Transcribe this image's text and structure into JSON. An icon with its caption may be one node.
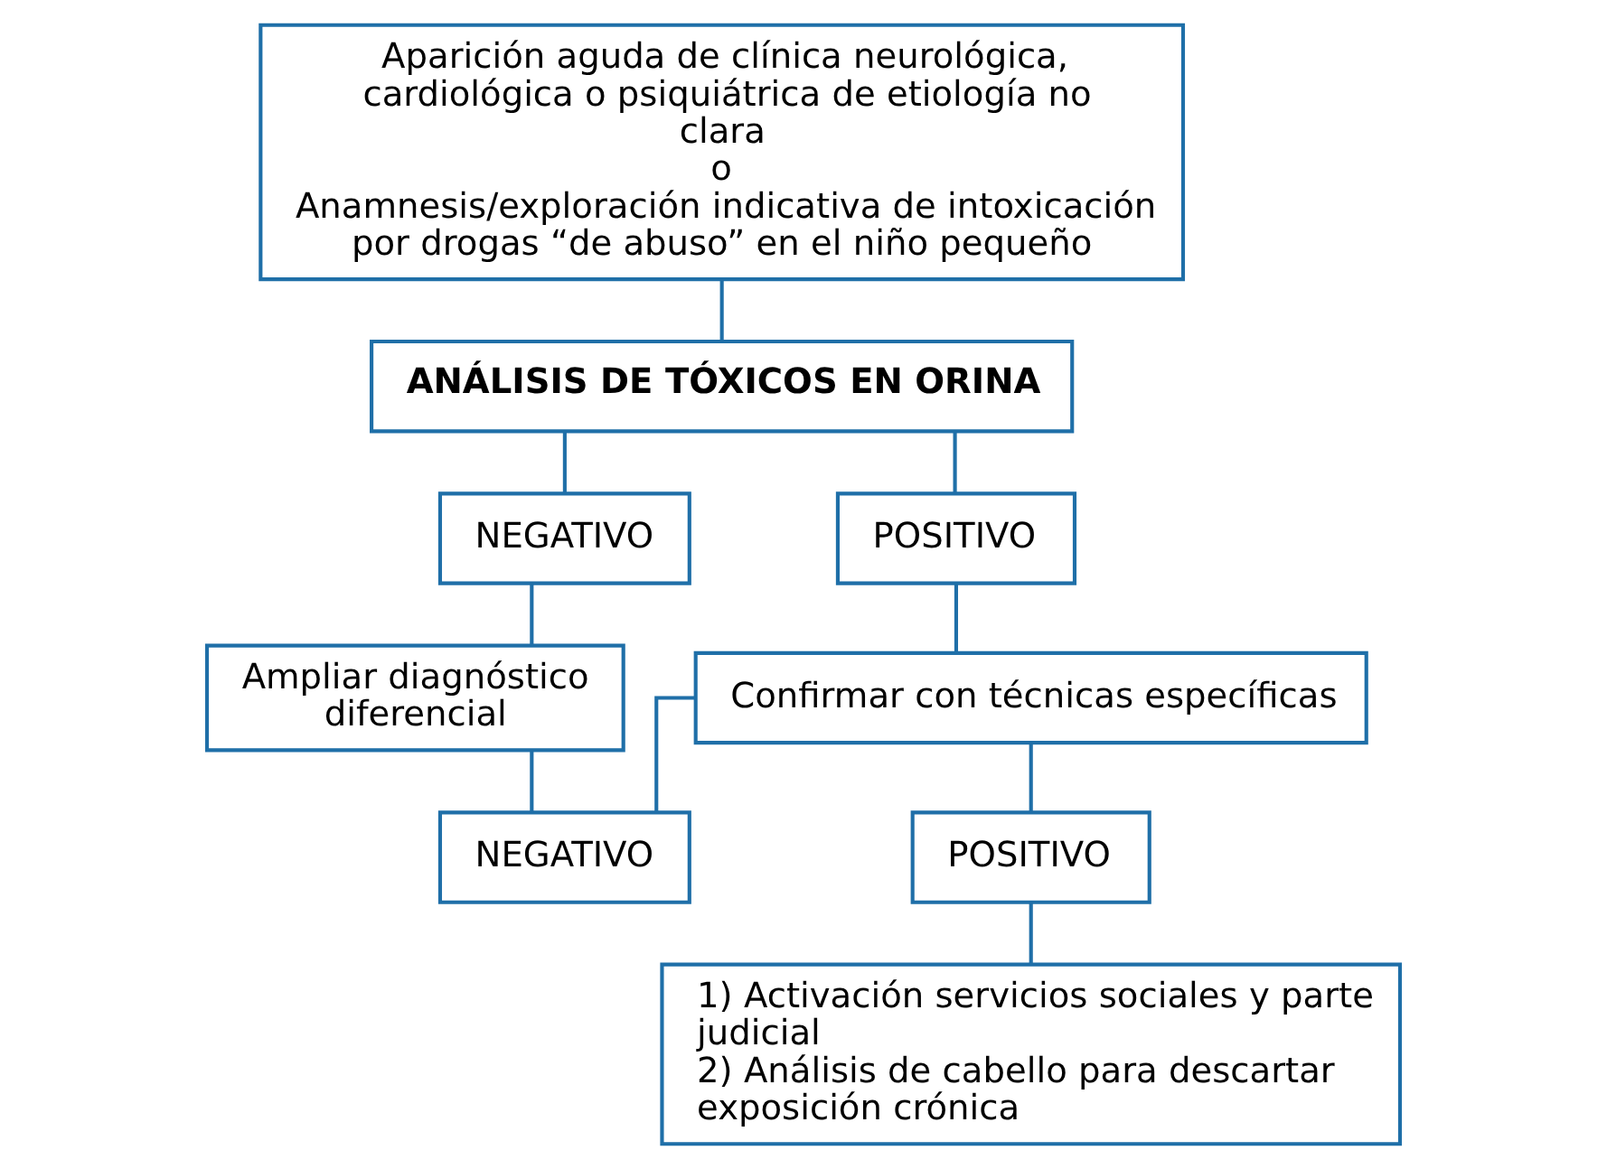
{
  "diagram": {
    "nodes": [
      {
        "text": [
          "Aparición aguda de clínica neurológica, cardiológica o psiquiátrica de etiología no clara",
          "o",
          "Anamnesis/exploración indicativa de intoxicación por drogas “de abuso” en el niño pequeño"
        ]
      },
      {
        "text": [
          "ANÁLISIS DE TÓXICOS EN ORINA"
        ]
      },
      {
        "text": [
          "NEGATIVO"
        ]
      },
      {
        "text": [
          "POSITIVO"
        ]
      },
      {
        "text": [
          "Ampliar diagnóstico diferencial"
        ]
      },
      {
        "text": [
          "Confirmar con técnicas específicas"
        ]
      },
      {
        "text": [
          "NEGATIVO"
        ]
      },
      {
        "text": [
          "POSITIVO"
        ]
      },
      {
        "text": [
          "1) Activación servicios sociales y parte judicial",
          "2) Análisis de cabello para descartar exposición crónica"
        ]
      }
    ],
    "edges": [
      {
        "from": 0,
        "to": 1,
        "arrow": "none"
      },
      {
        "from": 1,
        "to": 2,
        "arrow": "none"
      },
      {
        "from": 1,
        "to": 3,
        "arrow": "none"
      },
      {
        "from": 2,
        "to": 4,
        "arrow": "none"
      },
      {
        "from": 3,
        "to": 5,
        "arrow": "none"
      },
      {
        "from": 5,
        "to": 6,
        "arrow": "none"
      },
      {
        "from": 5,
        "to": 7,
        "arrow": "none"
      },
      {
        "from": 4,
        "to": 6,
        "arrow": "none"
      },
      {
        "from": 7,
        "to": 8,
        "arrow": "none"
      }
    ]
  }
}
